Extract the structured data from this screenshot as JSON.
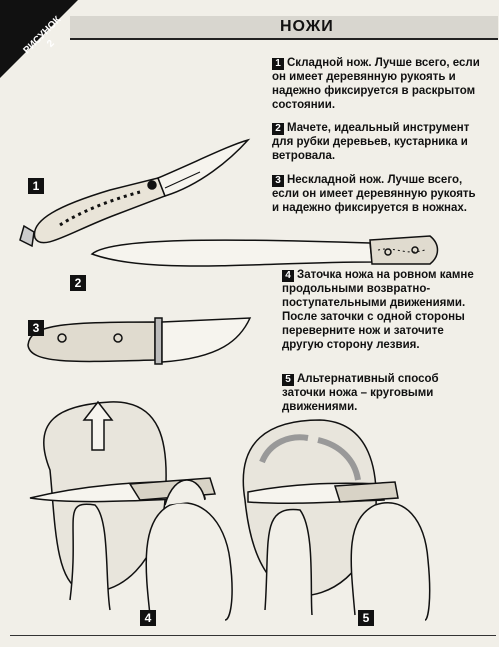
{
  "header": {
    "title": "НОЖИ",
    "corner_line1": "РИСУНОК",
    "corner_line2": "2"
  },
  "captions": [
    {
      "num": "1",
      "text": "Складной нож. Лучше всего, если он имеет деревянную рукоять и надежно фиксируется в раскрытом состоянии."
    },
    {
      "num": "2",
      "text": "Мачете, идеальный инструмент для рубки деревьев, кустарника и ветровала."
    },
    {
      "num": "3",
      "text": "Нескладной нож. Лучше всего, если он имеет деревянную рукоять и надежно фиксируется в ножнах."
    },
    {
      "num": "4",
      "text": "Заточка ножа на ровном камне продольными возвратно-поступательными движениями. После заточки с одной стороны переверните нож и заточите другую сторону лезвия."
    },
    {
      "num": "5",
      "text": "Альтернативный способ заточки ножа – круговыми движениями."
    }
  ],
  "figure_numbers": [
    "1",
    "2",
    "3",
    "4",
    "5"
  ]
}
